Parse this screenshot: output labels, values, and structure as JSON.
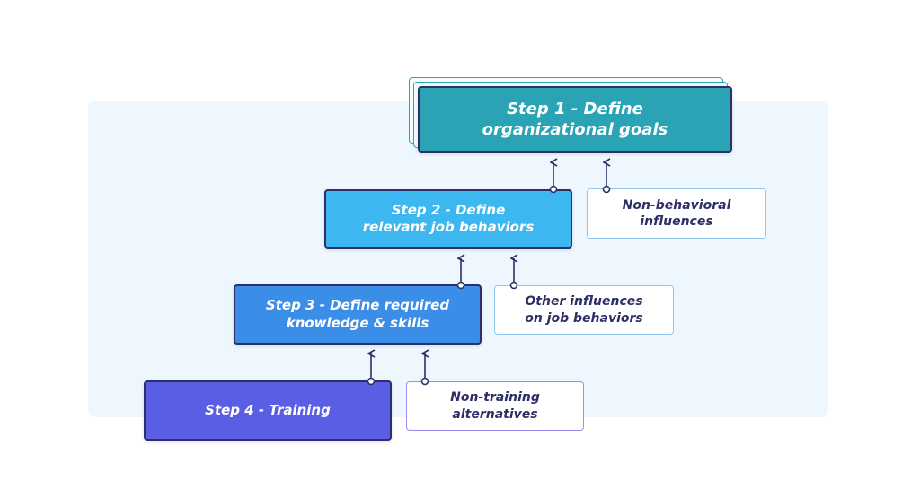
{
  "steps": {
    "step1": [
      "Step 1 - Define",
      "organizational goals"
    ],
    "step2": [
      "Step 2 - Define",
      "relevant job behaviors"
    ],
    "step3": [
      "Step 3 - Define required",
      "knowledge & skills"
    ],
    "step4": [
      "Step 4 - Training"
    ]
  },
  "influences": {
    "non_behavioral": [
      "Non-behavioral",
      "influences"
    ],
    "other_influences": [
      "Other influences",
      "on job behaviors"
    ],
    "non_training": [
      "Non-training",
      "alternatives"
    ]
  },
  "colors": {
    "step1": "#2aa4b4",
    "step2": "#3cb7ef",
    "step3": "#3b8ee8",
    "step4": "#5a5ee4",
    "outline": "#2d2f66",
    "panel": "#eef7fd"
  }
}
